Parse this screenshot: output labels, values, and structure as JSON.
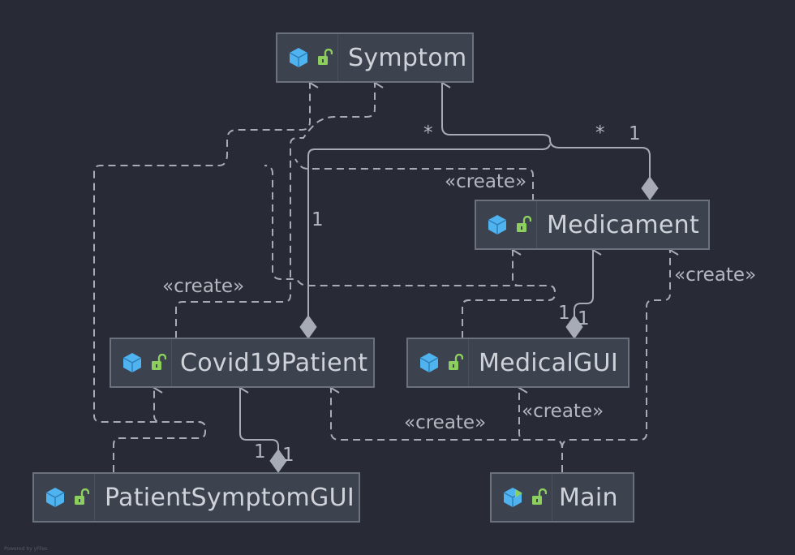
{
  "classes": {
    "symptom": "Symptom",
    "medicament": "Medicament",
    "covid19patient": "Covid19Patient",
    "medicalgui": "MedicalGUI",
    "patientsymptomgui": "PatientSymptomGUI",
    "main": "Main"
  },
  "labels": {
    "create_top": "«create»",
    "create_covid": "«create»",
    "create_medicament": "«create»",
    "create_main_covid": "«create»",
    "create_main_medical": "«create»"
  },
  "multiplicities": {
    "symptom_star_left": "*",
    "symptom_star_right": "*",
    "symptom_med_one": "1",
    "covid_symptom_one": "1",
    "medgui_med_one_a": "1",
    "medgui_med_one_b": "1",
    "psg_covid_one_a": "1",
    "psg_covid_one_b": "1"
  },
  "footer": "Powered by yFiles",
  "colors": {
    "background": "#282b35",
    "node_fill": "#3d424f",
    "node_border": "#6c717e",
    "edge": "#a7abb5",
    "class_icon": "#4fb3f0",
    "lock_icon": "#8ccf5e"
  },
  "icons": {
    "class": "class-cube-icon",
    "main_class": "runnable-class-icon",
    "visibility": "public-lock-icon"
  }
}
